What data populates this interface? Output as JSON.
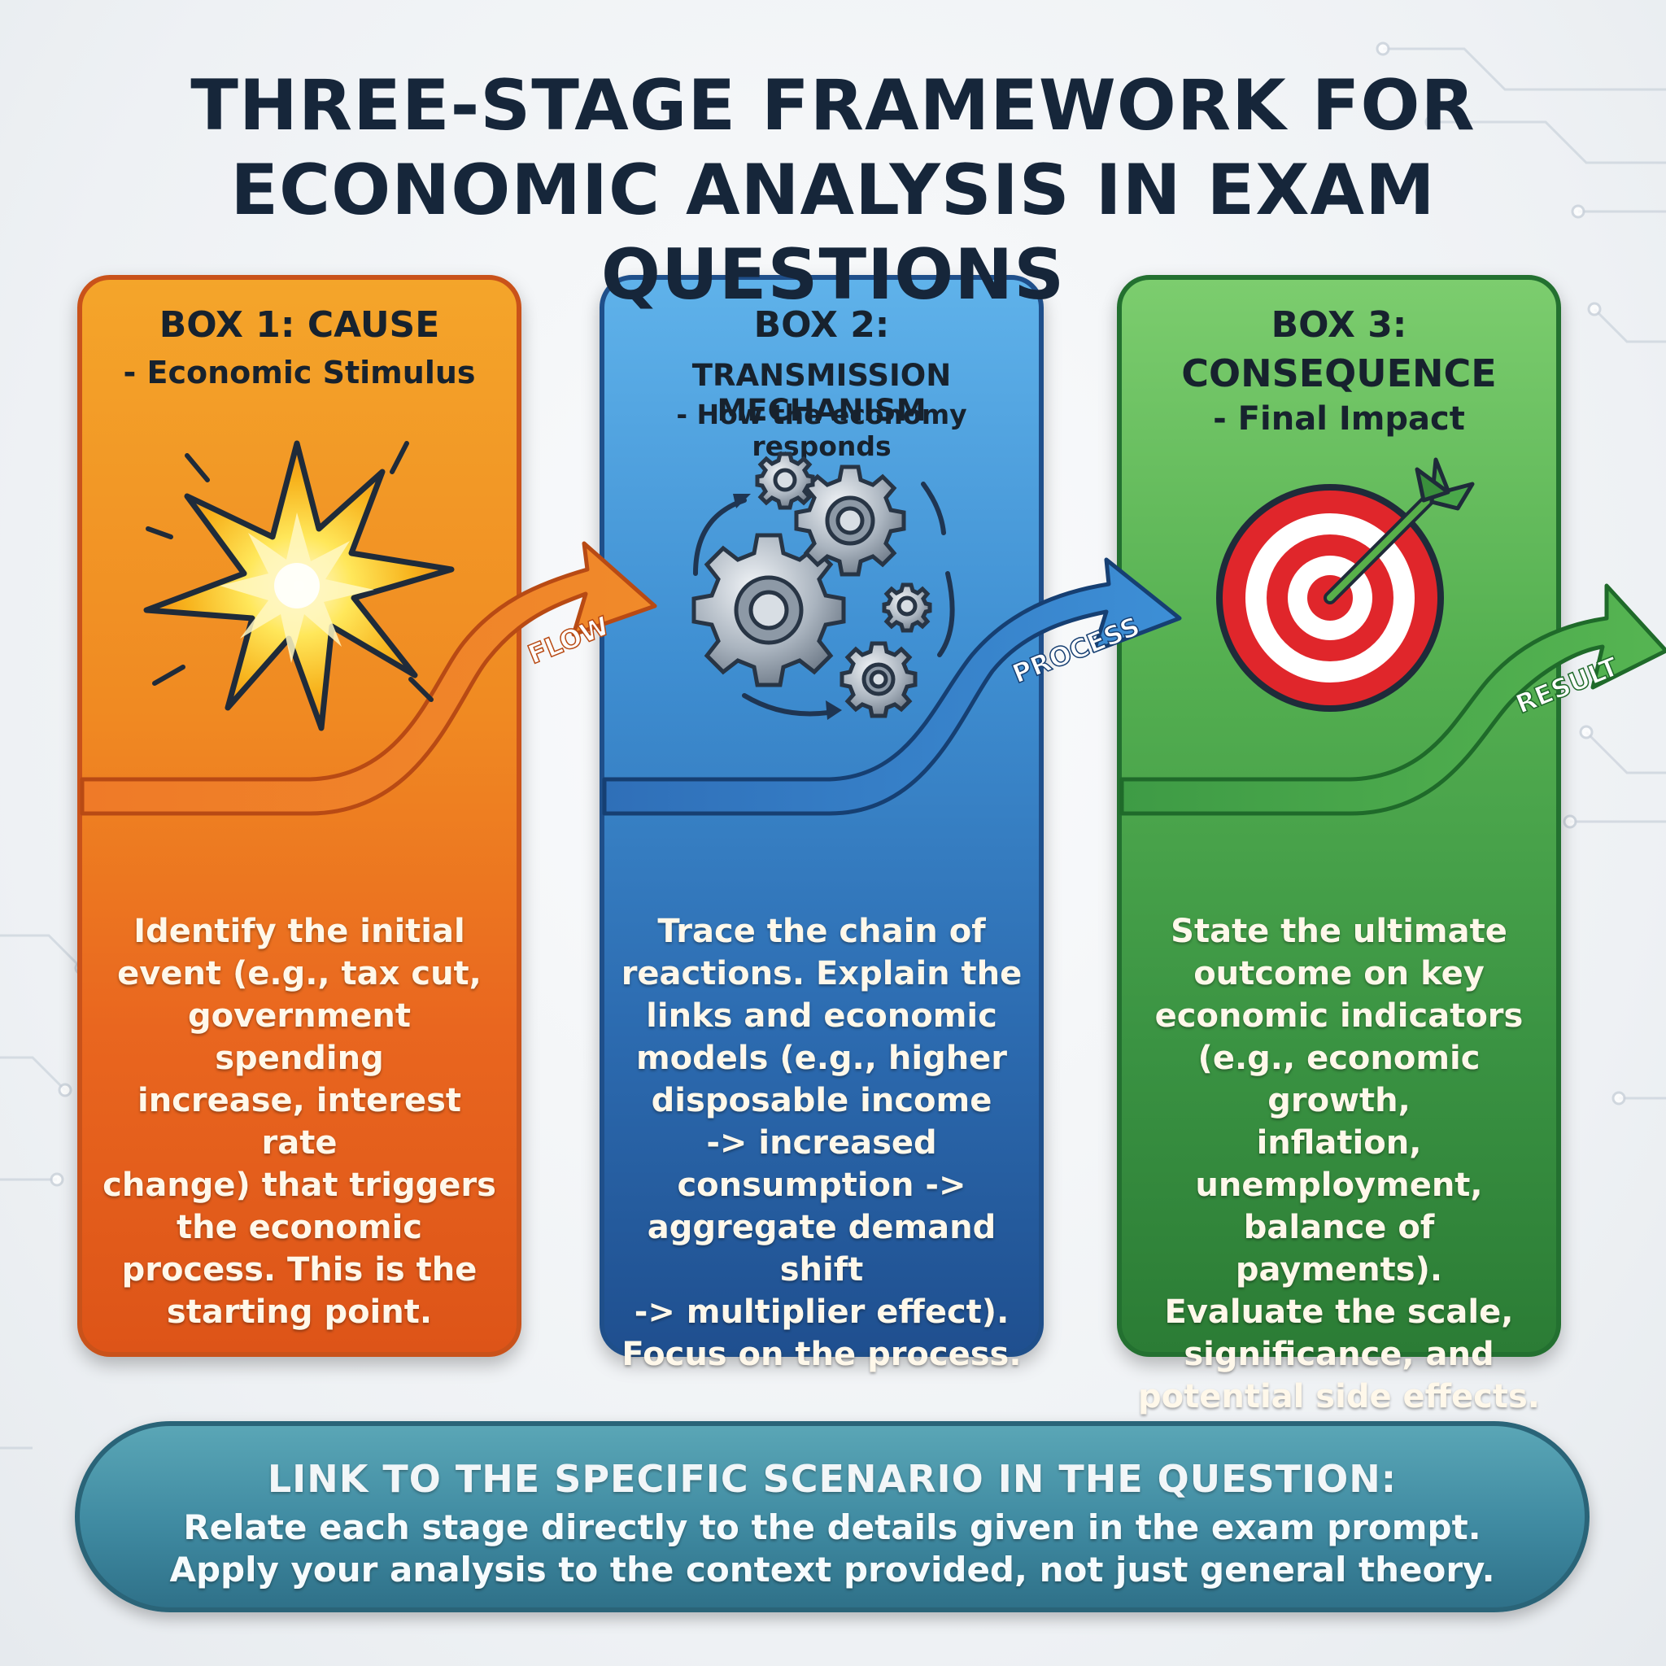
{
  "title": {
    "line1": "THREE-STAGE FRAMEWORK FOR",
    "line2": "ECONOMIC ANALYSIS IN EXAM QUESTIONS"
  },
  "boxes": [
    {
      "heading1": "BOX 1: CAUSE",
      "heading2": "- Economic Stimulus",
      "icon": "starburst-icon",
      "color": "#f08a22",
      "body": [
        "Identify the initial",
        "event (e.g., tax cut,",
        "government spending",
        "increase, interest rate",
        "change) that triggers",
        "the economic",
        "process. This is the",
        "starting point."
      ]
    },
    {
      "heading1": "BOX 2:",
      "heading2": "TRANSMISSION MECHANISM",
      "heading3": "- How the economy responds",
      "icon": "gears-icon",
      "color": "#3f8fd2",
      "body": [
        "Trace the chain of",
        "reactions. Explain the",
        "links and economic",
        "models (e.g., higher",
        "disposable income",
        "-> increased",
        "consumption ->",
        "aggregate demand shift",
        "-> multiplier effect).",
        "Focus on the process."
      ]
    },
    {
      "heading1": "BOX 3:",
      "heading2": "CONSEQUENCE",
      "heading3": "- Final Impact",
      "icon": "target-icon",
      "color": "#55b051",
      "body": [
        "State the ultimate",
        "outcome on key",
        "economic indicators",
        "(e.g., economic growth,",
        "inflation,",
        "unemployment,",
        "balance of payments).",
        "Evaluate the scale,",
        "significance, and",
        "potential side effects."
      ]
    }
  ],
  "arrows": [
    "FLOW",
    "PROCESS",
    "RESULT"
  ],
  "banner": {
    "title": "LINK TO THE SPECIFIC SCENARIO IN THE QUESTION:",
    "line1": "Relate each stage directly to the details given in the exam prompt.",
    "line2": "Apply your analysis to the context provided, not just general theory."
  }
}
